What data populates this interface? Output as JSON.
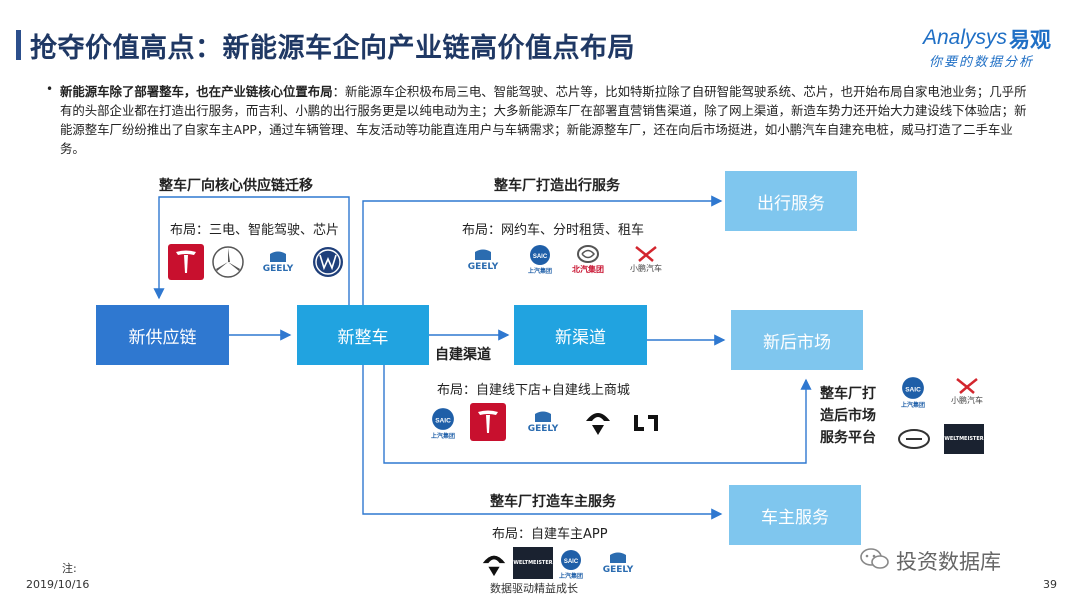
{
  "header": {
    "title": "抢夺价值高点：新能源车企向产业链高价值点布局"
  },
  "brand": {
    "en": "Analysys",
    "cn": "易观",
    "slogan": "你要的数据分析"
  },
  "intro": {
    "bold_lead": "新能源车除了部署整车，也在产业链核心位置布局",
    "text": "：新能源车企积极布局三电、智能驾驶、芯片等，比如特斯拉除了自研智能驾驶系统、芯片，也开始布局自家电池业务；几乎所有的头部企业都在打造出行服务，而吉利、小鹏的出行服务更是以纯电动为主；大多新能源车厂在部署直营销售渠道，除了网上渠道，新造车势力还开始大力建设线下体验店；新能源整车厂纷纷推出了自家车主APP，通过车辆管理、车友活动等功能直连用户与车辆需求；新能源整车厂，还在向后市场挺进，如小鹏汽车自建充电桩，威马打造了二手车业务。"
  },
  "diagram": {
    "boxes": {
      "supply": "新供应链",
      "vehicle": "新整车",
      "channel": "新渠道",
      "mobility": "出行服务",
      "aftermarket": "新后市场",
      "owner": "车主服务"
    },
    "labels": {
      "supply_migrate": "整车厂向核心供应链迁移",
      "supply_layout": "布局：三电、智能驾驶、芯片",
      "mobility_title": "整车厂打造出行服务",
      "mobility_layout": "布局：网约车、分时租赁、租车",
      "channel_title": "自建渠道",
      "channel_layout": "布局：自建线下店+自建线上商城",
      "aftermarket_title_1": "整车厂打",
      "aftermarket_title_2": "造后市场",
      "aftermarket_title_3": "服务平台",
      "owner_title": "整车厂打造车主服务",
      "owner_layout": "布局：自建车主APP"
    },
    "logo_text": {
      "geely": "GEELY",
      "saic": "SAIC",
      "saic_cn": "上汽集团",
      "baic": "北汽集团",
      "xpeng": "小鹏汽车",
      "weltmeister": "WELTMEISTER"
    }
  },
  "footer": {
    "note": "注:",
    "date": "2019/10/16",
    "center": "数据驱动精益成长",
    "page": "39",
    "wechat": "投资数据库"
  }
}
